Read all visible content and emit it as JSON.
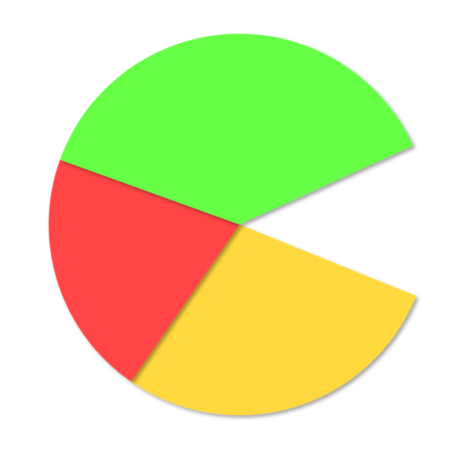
{
  "chart_data": {
    "type": "pie",
    "title": "",
    "slices": [
      {
        "value": 28.5,
        "color": "#ffd93d"
      },
      {
        "value": 20.9,
        "color": "#ff4444"
      },
      {
        "value": 37.7,
        "color": "#66ff44"
      }
    ],
    "missing_wedge_fraction": 0.129,
    "legend": "none",
    "data_labels": false
  }
}
